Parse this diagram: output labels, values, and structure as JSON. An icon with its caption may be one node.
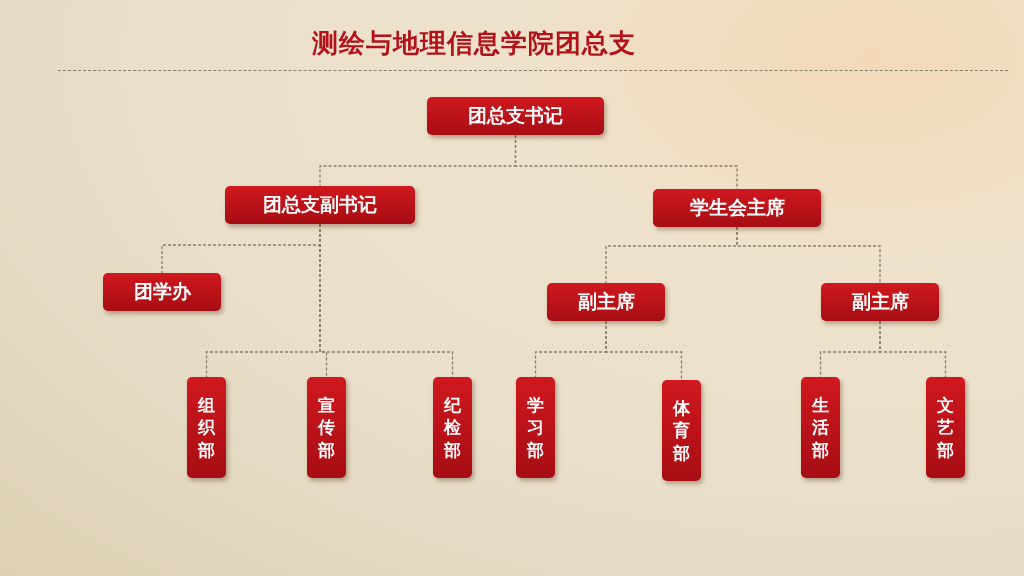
{
  "diagram": {
    "title": "测绘与地理信息学院团总支",
    "nodes": [
      {
        "text": [
          "团总支书记"
        ]
      },
      {
        "text": [
          "团总支副书记"
        ]
      },
      {
        "text": [
          "学生会主席"
        ]
      },
      {
        "text": [
          "团学办"
        ]
      },
      {
        "text": [
          "副主席"
        ]
      },
      {
        "text": [
          "副主席"
        ]
      },
      {
        "text": [
          "组织部"
        ]
      },
      {
        "text": [
          "宣传部"
        ]
      },
      {
        "text": [
          "纪检部"
        ]
      },
      {
        "text": [
          "学习部"
        ]
      },
      {
        "text": [
          "体育部"
        ]
      },
      {
        "text": [
          "生活部"
        ]
      },
      {
        "text": [
          "文艺部"
        ]
      }
    ],
    "edges": [
      {
        "from": 0,
        "to": 1,
        "arrow": "none"
      },
      {
        "from": 0,
        "to": 2,
        "arrow": "none"
      },
      {
        "from": 1,
        "to": 3,
        "arrow": "none"
      },
      {
        "from": 1,
        "to": 6,
        "arrow": "none"
      },
      {
        "from": 1,
        "to": 7,
        "arrow": "none"
      },
      {
        "from": 1,
        "to": 8,
        "arrow": "none"
      },
      {
        "from": 2,
        "to": 4,
        "arrow": "none"
      },
      {
        "from": 2,
        "to": 5,
        "arrow": "none"
      },
      {
        "from": 4,
        "to": 9,
        "arrow": "none"
      },
      {
        "from": 4,
        "to": 10,
        "arrow": "none"
      },
      {
        "from": 5,
        "to": 11,
        "arrow": "none"
      },
      {
        "from": 5,
        "to": 12,
        "arrow": "none"
      }
    ]
  }
}
